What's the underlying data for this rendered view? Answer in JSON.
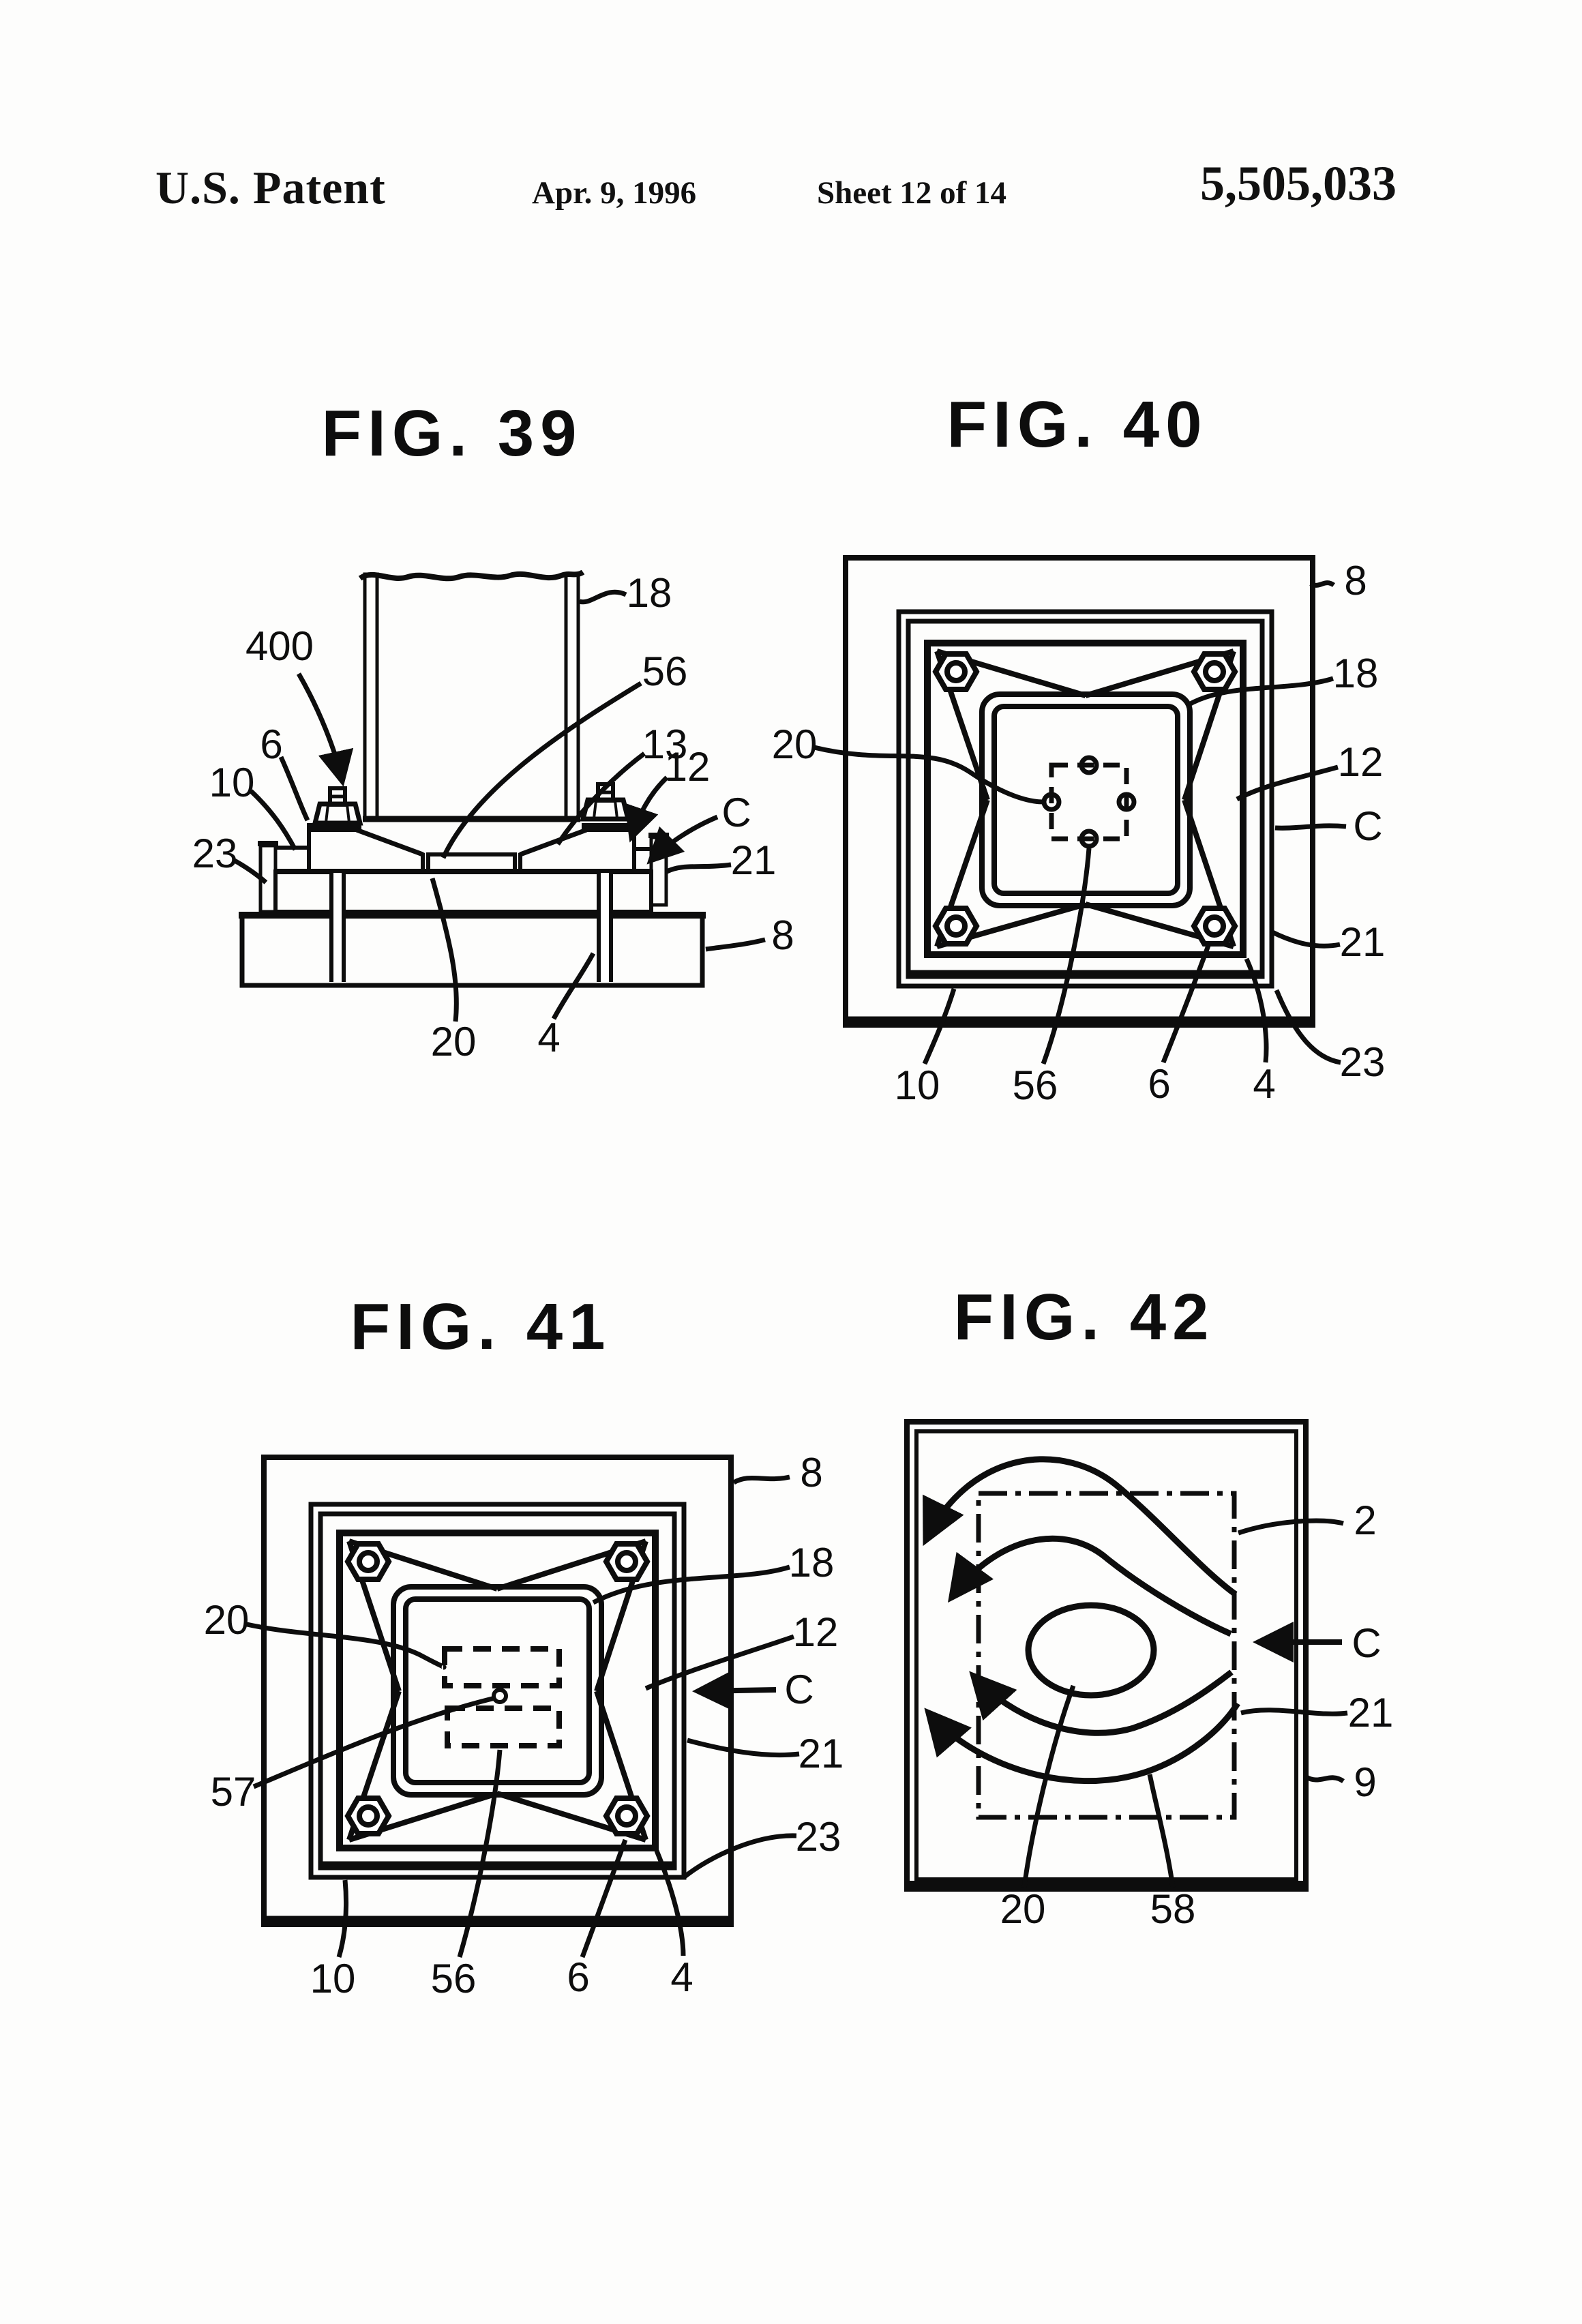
{
  "header": {
    "brand": "U.S. Patent",
    "date": "Apr. 9, 1996",
    "sheet": "Sheet 12 of 14",
    "patent_number": "5,505,033"
  },
  "figures": {
    "fig39": {
      "title": "FIG. 39",
      "labels": {
        "n18": "18",
        "n400": "400",
        "n56": "56",
        "n13": "13",
        "n12": "12",
        "nC": "C",
        "n21": "21",
        "n8": "8",
        "n23": "23",
        "n10": "10",
        "n6": "6",
        "n20": "20",
        "n4": "4"
      }
    },
    "fig40": {
      "title": "FIG. 40",
      "labels": {
        "n8": "8",
        "n18": "18",
        "n12": "12",
        "nC": "C",
        "n21": "21",
        "n23": "23",
        "n20": "20",
        "n10": "10",
        "n56": "56",
        "n6": "6",
        "n4": "4"
      }
    },
    "fig41": {
      "title": "FIG. 41",
      "labels": {
        "n8": "8",
        "n18": "18",
        "n12": "12",
        "nC": "C",
        "n21": "21",
        "n23": "23",
        "n20": "20",
        "n57": "57",
        "n10": "10",
        "n56": "56",
        "n6": "6",
        "n4": "4"
      }
    },
    "fig42": {
      "title": "FIG. 42",
      "labels": {
        "n2": "2",
        "nC": "C",
        "n21": "21",
        "n9": "9",
        "n20": "20",
        "n58": "58"
      }
    }
  }
}
